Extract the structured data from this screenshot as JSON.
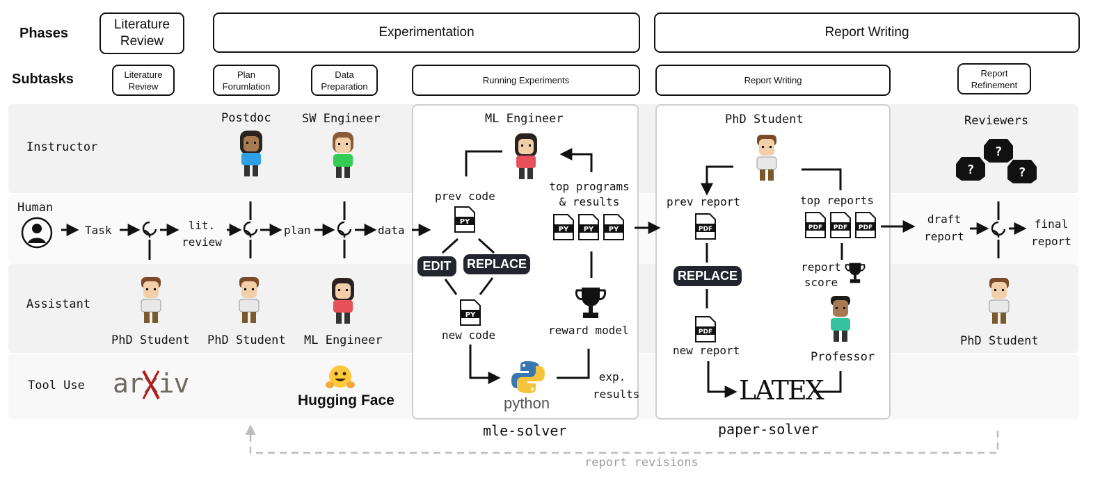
{
  "headers": {
    "phases": "Phases",
    "subtasks": "Subtasks"
  },
  "phases": [
    {
      "id": "literature-review",
      "label": "Literature Review"
    },
    {
      "id": "experimentation",
      "label": "Experimentation"
    },
    {
      "id": "report-writing",
      "label": "Report Writing"
    }
  ],
  "subtasks": [
    {
      "id": "literature-review",
      "label": "Literature Review"
    },
    {
      "id": "plan-formulation",
      "label": "Plan Forumlation"
    },
    {
      "id": "data-preparation",
      "label": "Data Preparation"
    },
    {
      "id": "running-experiments",
      "label": "Running Experiments"
    },
    {
      "id": "report-writing",
      "label": "Report Writing"
    },
    {
      "id": "report-refinement",
      "label": "Report Refinement"
    }
  ],
  "rows": {
    "instructor": "Instructor",
    "human": "Human",
    "assistant": "Assistant",
    "tool_use": "Tool Use"
  },
  "roles": {
    "postdoc": "Postdoc",
    "sw_engineer": "SW Engineer",
    "ml_engineer": "ML Engineer",
    "phd_student": "PhD Student",
    "reviewers": "Reviewers",
    "professor": "Professor"
  },
  "flow": {
    "task": "Task",
    "lit_review": "lit. review",
    "plan": "plan",
    "data": "data",
    "draft_report": "draft report",
    "final_report": "final report"
  },
  "mle": {
    "prev_code": "prev code",
    "new_code": "new code",
    "top_programs": "top programs & results",
    "reward_model": "reward model",
    "exp_results": "exp. results",
    "edit": "EDIT",
    "replace": "REPLACE",
    "python": "python",
    "file_label": "PY",
    "solver_name": "mle-solver"
  },
  "paper": {
    "prev_report": "prev report",
    "top_reports": "top reports",
    "report_score": "report score",
    "new_report": "new report",
    "replace": "REPLACE",
    "latex": "LATEX",
    "file_label": "PDF",
    "solver_name": "paper-solver"
  },
  "tools": {
    "arxiv": "arxiv",
    "hugging_face": "Hugging Face"
  },
  "feedback": {
    "label": "report revisions"
  },
  "colors": {
    "band_dark": "#f2f2f2",
    "band_light": "#f8f8f8",
    "shirt_blue": "#2f9fe6",
    "shirt_green": "#33cc55",
    "shirt_red": "#e8505a",
    "shirt_teal": "#35c2a0",
    "shirt_white": "#e8e8e8",
    "arxiv_x": "#b31b1b",
    "python_blue": "#3a76b0",
    "python_yellow": "#f3c43c",
    "hf_yellow": "#ffc83d",
    "dashed_gray": "#bdbdbd"
  }
}
